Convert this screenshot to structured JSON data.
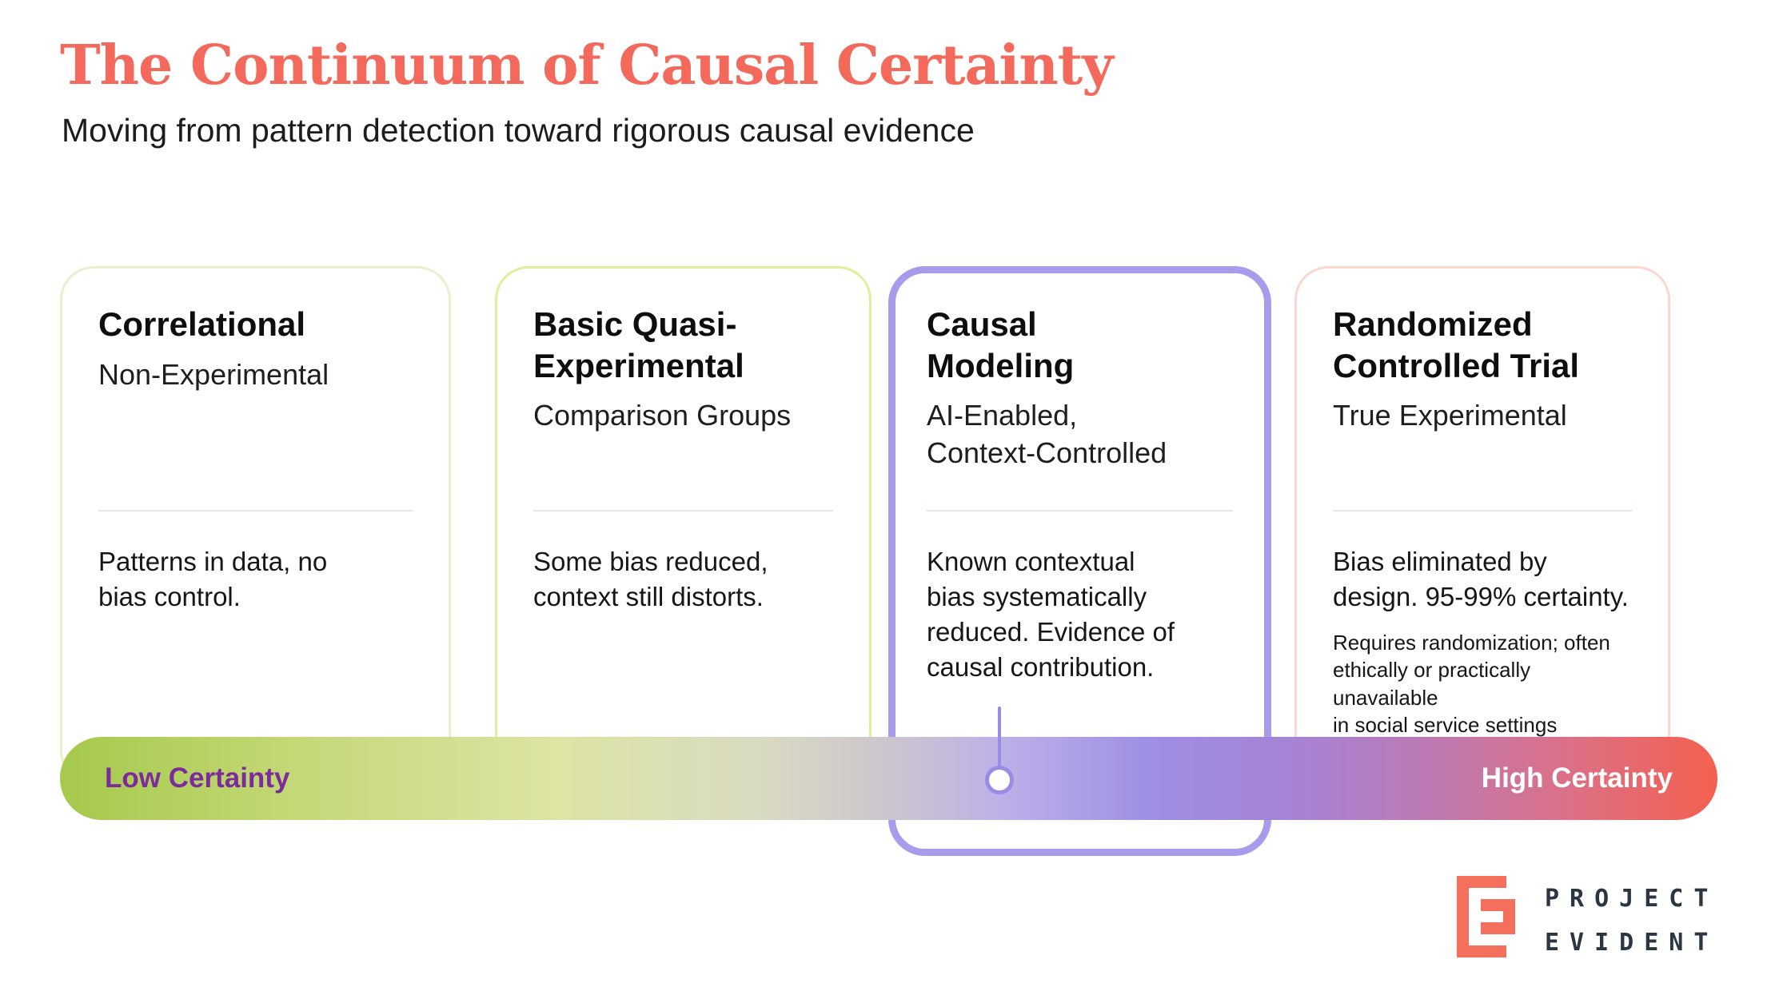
{
  "header": {
    "title": "The Continuum of Causal Certainty",
    "subtitle": "Moving from pattern detection toward rigorous causal evidence"
  },
  "cards": [
    {
      "title": "Correlational",
      "subtitle": "Non-Experimental",
      "description": "Patterns in data, no\nbias control.",
      "border_color": "#E8F0CC",
      "highlighted": false
    },
    {
      "title": "Basic Quasi-\nExperimental",
      "subtitle": "Comparison Groups",
      "description": "Some bias reduced,\ncontext still distorts.",
      "border_color": "#DFEE9B",
      "highlighted": false
    },
    {
      "title": "Causal\nModeling",
      "subtitle": "AI-Enabled,\nContext-Controlled",
      "description": "Known contextual\nbias systematically\nreduced. Evidence of\ncausal contribution.",
      "border_color": "#A99BEB",
      "highlighted": true
    },
    {
      "title": "Randomized\nControlled Trial",
      "subtitle": "True Experimental",
      "description": "Bias eliminated by\ndesign. 95-99% certainty.",
      "note": "Requires randomization; often\nethically or practically unavailable\nin social service settings",
      "border_color": "#FAD8D0",
      "highlighted": false
    }
  ],
  "scale_bar": {
    "low_label": "Low Certainty",
    "high_label": "High Certainty",
    "low_label_color": "#7D2B9C",
    "high_label_color": "#FFFFFF",
    "gradient": [
      {
        "color": "#A5C94B",
        "pos": 0
      },
      {
        "color": "#C3D876",
        "pos": 14
      },
      {
        "color": "#DDE4A4",
        "pos": 30
      },
      {
        "color": "#D9DBC2",
        "pos": 42
      },
      {
        "color": "#CCC5CE",
        "pos": 50
      },
      {
        "color": "#BCB0E8",
        "pos": 57
      },
      {
        "color": "#9E8EE4",
        "pos": 66
      },
      {
        "color": "#A583D6",
        "pos": 74
      },
      {
        "color": "#BA7AB6",
        "pos": 82
      },
      {
        "color": "#DC7086",
        "pos": 91
      },
      {
        "color": "#F3604F",
        "pos": 100
      }
    ]
  },
  "marker": {
    "color": "#9A8BE7",
    "attached_card": "Causal\nModeling"
  },
  "logo": {
    "line1": "PROJECT",
    "line2": "EVIDENT",
    "mark_color": "#F4705C",
    "text_color": "#2B3642"
  },
  "colors": {
    "title": "#F3695B",
    "body_text": "#161616",
    "divider": "#E3E3F1",
    "background": "#FFFFFF"
  }
}
